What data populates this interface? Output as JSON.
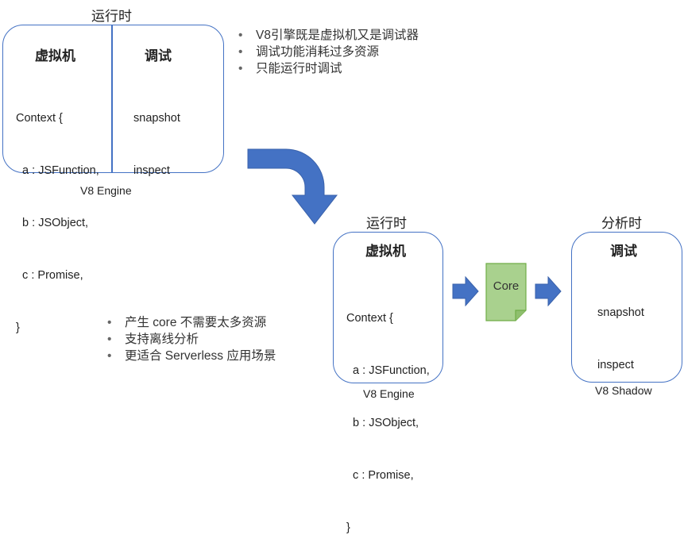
{
  "top": {
    "runtime_title": "运行时",
    "vm_label": "虚拟机",
    "debug_label": "调试",
    "context_lines": [
      "Context {",
      "  a : JSFunction,",
      "  b : JSObject,",
      "  c : Promise,",
      "}"
    ],
    "debug_lines": [
      "snapshot",
      "inspect"
    ],
    "engine_caption": "V8 Engine"
  },
  "top_bullets": [
    "V8引擎既是虚拟机又是调试器",
    "调试功能消耗过多资源",
    "只能运行时调试"
  ],
  "bottom": {
    "runtime_title": "运行时",
    "vm_label": "虚拟机",
    "context_lines": [
      "Context {",
      "  a : JSFunction,",
      "  b : JSObject,",
      "  c : Promise,",
      "}"
    ],
    "engine_caption": "V8 Engine",
    "core_label": "Core",
    "analysis_title": "分析时",
    "debug_label": "调试",
    "debug_lines": [
      "snapshot",
      "inspect"
    ],
    "shadow_caption": "V8 Shadow"
  },
  "bottom_bullets": [
    "产生 core 不需要太多资源",
    "支持离线分析",
    "更适合 Serverless 应用场景"
  ],
  "colors": {
    "box_border": "#4472c4",
    "arrow_fill": "#4472c4",
    "core_fill": "#a9d18e",
    "core_border": "#70ad47"
  }
}
